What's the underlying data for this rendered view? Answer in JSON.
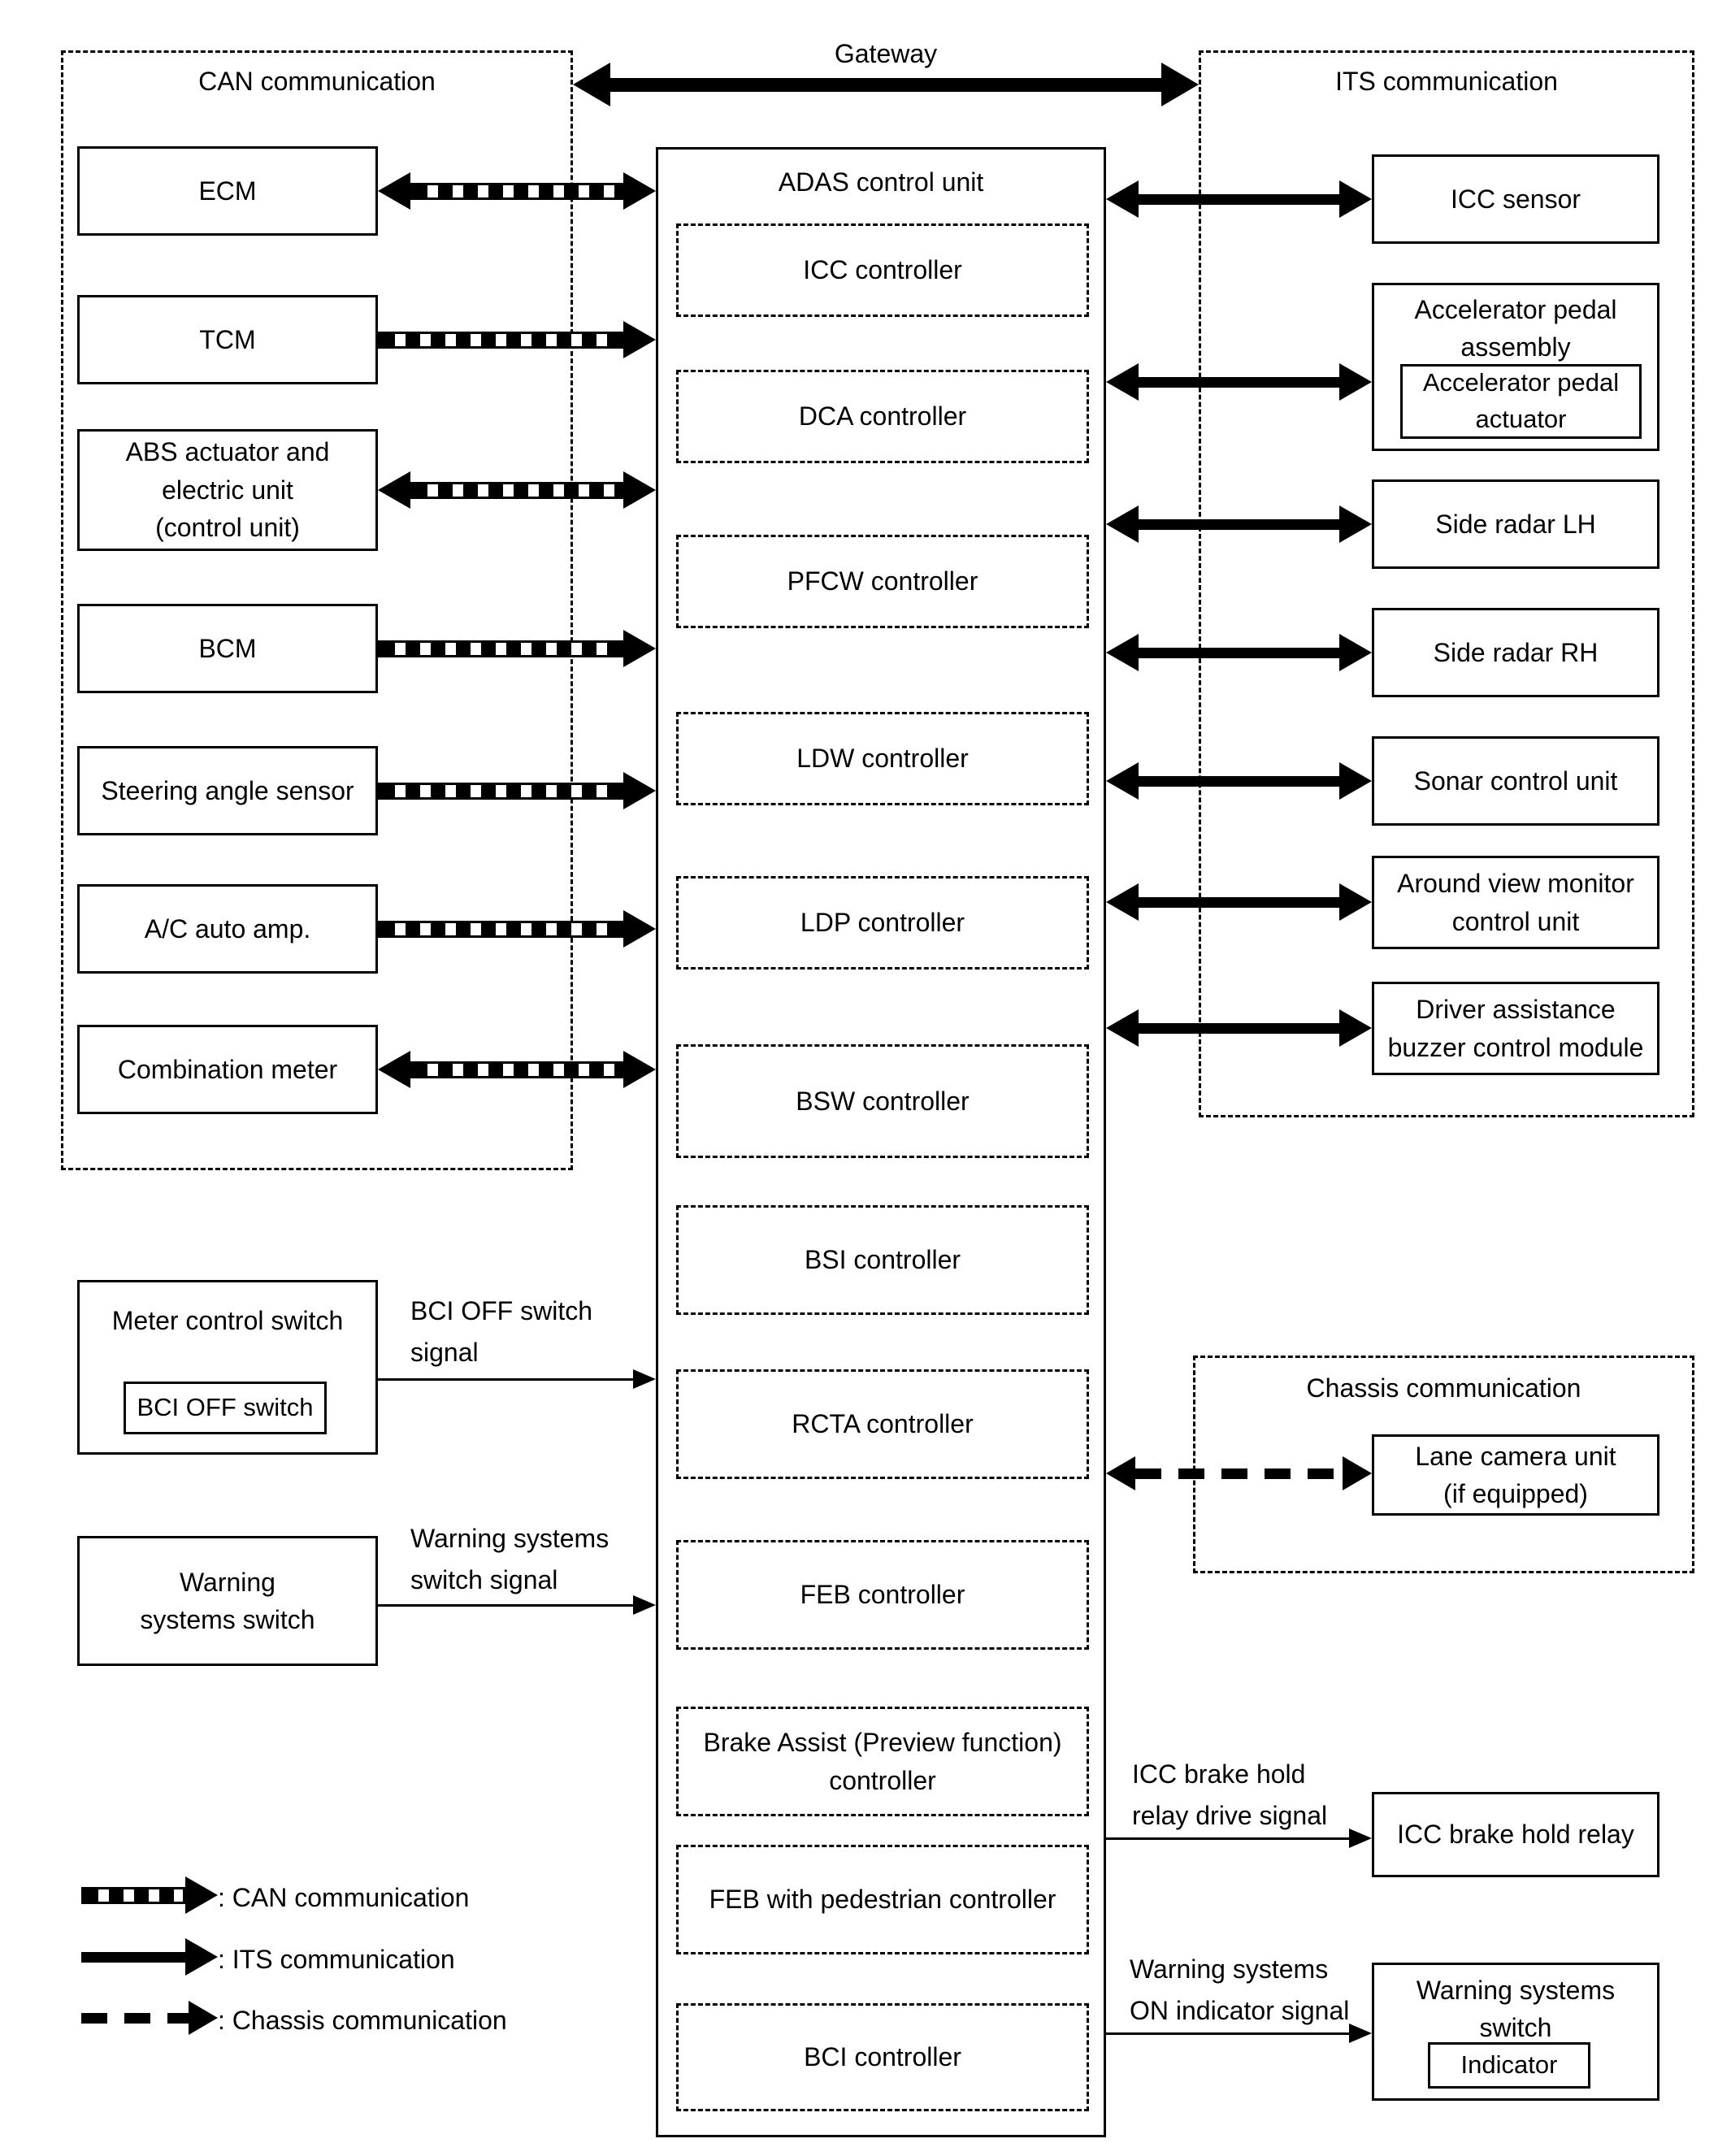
{
  "colors": {
    "foreground": "#000000",
    "background": "#ffffff"
  },
  "gateway": {
    "label": "Gateway"
  },
  "can_panel": {
    "title": "CAN communication",
    "nodes": [
      {
        "label": "ECM"
      },
      {
        "label": "TCM"
      },
      {
        "label": "ABS actuator and\nelectric unit\n(control unit)"
      },
      {
        "label": "BCM"
      },
      {
        "label": "Steering angle sensor"
      },
      {
        "label": "A/C auto amp."
      },
      {
        "label": "Combination meter"
      }
    ]
  },
  "adas": {
    "title": "ADAS control unit",
    "controllers": [
      {
        "label": "ICC controller"
      },
      {
        "label": "DCA controller"
      },
      {
        "label": "PFCW controller"
      },
      {
        "label": "LDW controller"
      },
      {
        "label": "LDP controller"
      },
      {
        "label": "BSW controller"
      },
      {
        "label": "BSI controller"
      },
      {
        "label": "RCTA controller"
      },
      {
        "label": "FEB controller"
      },
      {
        "label": "Brake Assist (Preview function)\ncontroller"
      },
      {
        "label": "FEB with pedestrian controller"
      },
      {
        "label": "BCI controller"
      }
    ]
  },
  "its_panel": {
    "title": "ITS communication",
    "nodes": [
      {
        "label": "ICC sensor"
      },
      {
        "label": "Accelerator pedal\nassembly",
        "inner": "Accelerator pedal\nactuator"
      },
      {
        "label": "Side radar LH"
      },
      {
        "label": "Side radar RH"
      },
      {
        "label": "Sonar control unit"
      },
      {
        "label": "Around view monitor\ncontrol unit"
      },
      {
        "label": "Driver assistance\nbuzzer control module"
      }
    ]
  },
  "chassis_panel": {
    "title": "Chassis communication",
    "node": {
      "label": "Lane camera unit\n(if equipped)"
    }
  },
  "left_switches": {
    "meter": {
      "label": "Meter control switch",
      "inner": "BCI OFF switch"
    },
    "warning": {
      "label": "Warning\nsystems switch"
    }
  },
  "signals": {
    "bci_off": "BCI OFF switch\nsignal",
    "warning_switch": "Warning systems\nswitch signal",
    "icc_brake": "ICC brake hold\nrelay drive signal",
    "warning_on": "Warning systems\nON indicator signal"
  },
  "right_nodes": {
    "icc_relay": {
      "label": "ICC brake hold relay"
    },
    "warning_switch": {
      "label": "Warning systems\nswitch",
      "indicator": "Indicator"
    }
  },
  "legend": {
    "items": [
      {
        "label": ": CAN communication"
      },
      {
        "label": ": ITS communication"
      },
      {
        "label": ": Chassis communication"
      }
    ]
  }
}
